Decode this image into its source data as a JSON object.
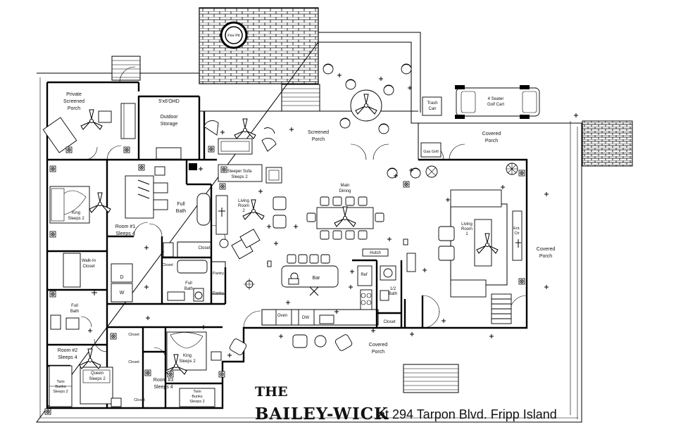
{
  "title": {
    "the": "THE",
    "name": "BAILEY-WICK",
    "address": "at 294 Tarpon Blvd. Fripp Island"
  },
  "labels": {
    "private_screened_porch": [
      "Private",
      "Screened",
      "Porch"
    ],
    "outdoor_storage": [
      "Outdoor",
      "Storage"
    ],
    "storage_size": "5'x6'OHD",
    "fire_pit": "Fire Pit",
    "screened_porch": [
      "Screened",
      "Porch"
    ],
    "trash_can": [
      "Trash",
      "Can"
    ],
    "golf_cart": [
      "4 Seater",
      "Golf Cart"
    ],
    "gas_grill": "Gas Grill",
    "covered_porch_top": [
      "Covered",
      "Porch"
    ],
    "covered_porch_right": [
      "Covered",
      "Porch"
    ],
    "covered_porch_bottom": [
      "Covered",
      "Porch"
    ],
    "king_room1": [
      "King",
      "Sleeps 2"
    ],
    "room1": [
      "Room #1",
      "Sleeps 4"
    ],
    "full_bath_top": [
      "Full",
      "Bath"
    ],
    "sleeper_sofa": [
      "Sleeper Sofa",
      "Sleeps 2"
    ],
    "living_room2": [
      "Living",
      "Room",
      "2"
    ],
    "main_dining": [
      "Main",
      "Dining"
    ],
    "living_room1": [
      "Living",
      "Room",
      "1"
    ],
    "ent_ctr": [
      "Ent.",
      "Ctr"
    ],
    "closet_mid": "Closet",
    "walk_in_closet": [
      "Walk-In",
      "Closet"
    ],
    "washer": "W",
    "dryer": "D",
    "closet_small": "Closet",
    "pantry1": "Pantry",
    "pantry2": "Pantry",
    "full_bath_mid": [
      "Full",
      "Bath"
    ],
    "full_bath_left": [
      "Full",
      "Bath"
    ],
    "hutch": "Hutch",
    "bar": "Bar",
    "ref": "Ref",
    "half_bath": [
      "1/2",
      "Bath"
    ],
    "oven": "Oven",
    "dw": "DW",
    "closet_half": "Closet",
    "room2": [
      "Room #2",
      "Sleeps 4"
    ],
    "twin_bunks_room2": [
      "Twin",
      "Bunks",
      "Sleeps 2"
    ],
    "queen": [
      "Queen",
      "Sleeps 2"
    ],
    "closet_r2a": "Closet",
    "closet_r2b": "Closet",
    "closet_r2c": "Closet",
    "king_room3": [
      "King",
      "Sleeps 2"
    ],
    "room3": [
      "Room #3",
      "Sleeps 4"
    ],
    "twin_bunks_room3": [
      "Twin",
      "Bunks",
      "Sleeps 2"
    ]
  }
}
